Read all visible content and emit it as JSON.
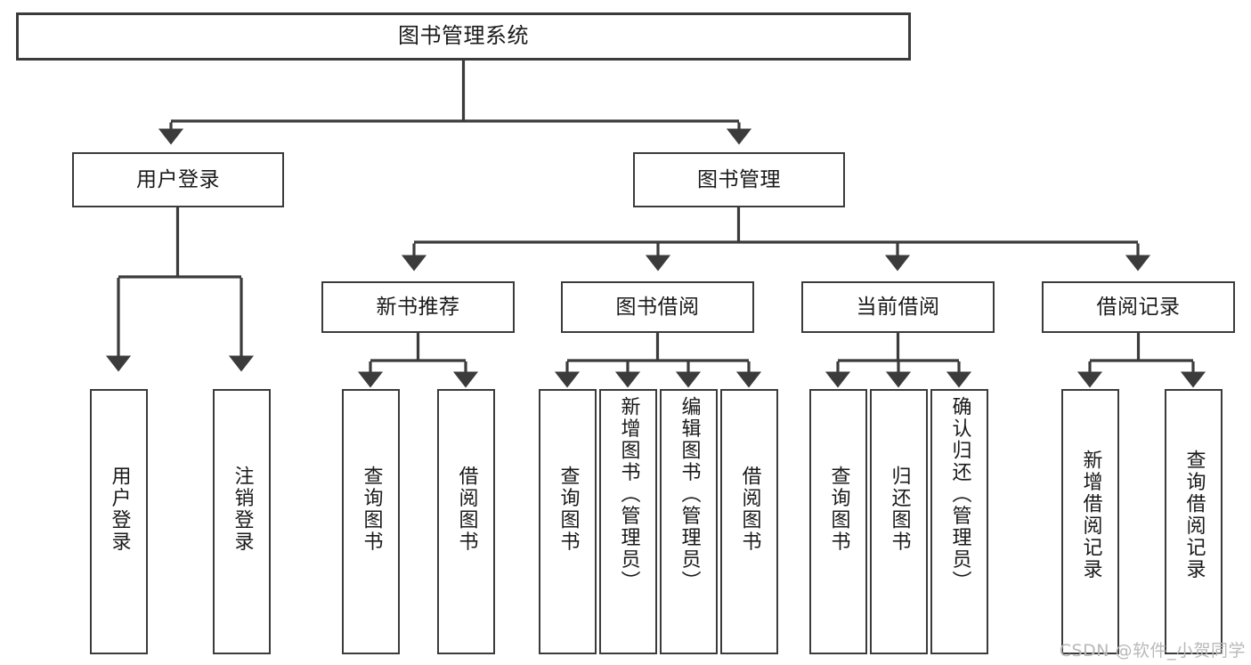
{
  "diagram": {
    "type": "tree-hierarchy-chart",
    "title": "图书管理系统",
    "edge_color": "#3b3b3b",
    "box_fill": "#ffffff",
    "root": {
      "id": "root",
      "label": "图书管理系统"
    },
    "level2": [
      {
        "id": "user-login",
        "label": "用户登录"
      },
      {
        "id": "book-manage",
        "label": "图书管理"
      }
    ],
    "level3": [
      {
        "id": "new-book-rec",
        "label": "新书推荐",
        "parent": "book-manage"
      },
      {
        "id": "book-borrow",
        "label": "图书借阅",
        "parent": "book-manage"
      },
      {
        "id": "current-borrow",
        "label": "当前借阅",
        "parent": "book-manage"
      },
      {
        "id": "borrow-record",
        "label": "借阅记录",
        "parent": "book-manage"
      }
    ],
    "leaves": [
      {
        "id": "leaf-user-login",
        "label": "用户登录",
        "parent": "user-login"
      },
      {
        "id": "leaf-logout",
        "label": "注销登录",
        "parent": "user-login"
      },
      {
        "id": "leaf-query-book-1",
        "label": "查询图书",
        "parent": "new-book-rec"
      },
      {
        "id": "leaf-borrow-book-1",
        "label": "借阅图书",
        "parent": "new-book-rec"
      },
      {
        "id": "leaf-query-book-2",
        "label": "查询图书",
        "parent": "book-borrow"
      },
      {
        "id": "leaf-add-book",
        "label": "新增图书（管理员）",
        "parent": "book-borrow"
      },
      {
        "id": "leaf-edit-book",
        "label": "编辑图书（管理员）",
        "parent": "book-borrow"
      },
      {
        "id": "leaf-borrow-book-2",
        "label": "借阅图书",
        "parent": "book-borrow"
      },
      {
        "id": "leaf-query-book-3",
        "label": "查询图书",
        "parent": "current-borrow"
      },
      {
        "id": "leaf-return-book",
        "label": "归还图书",
        "parent": "current-borrow"
      },
      {
        "id": "leaf-confirm-return",
        "label": "确认归还（管理员）",
        "parent": "current-borrow"
      },
      {
        "id": "leaf-add-record",
        "label": "新增借阅记录",
        "parent": "borrow-record"
      },
      {
        "id": "leaf-query-record",
        "label": "查询借阅记录",
        "parent": "borrow-record"
      }
    ]
  },
  "watermark": {
    "text": "CSDN @软件_小贺同学"
  }
}
